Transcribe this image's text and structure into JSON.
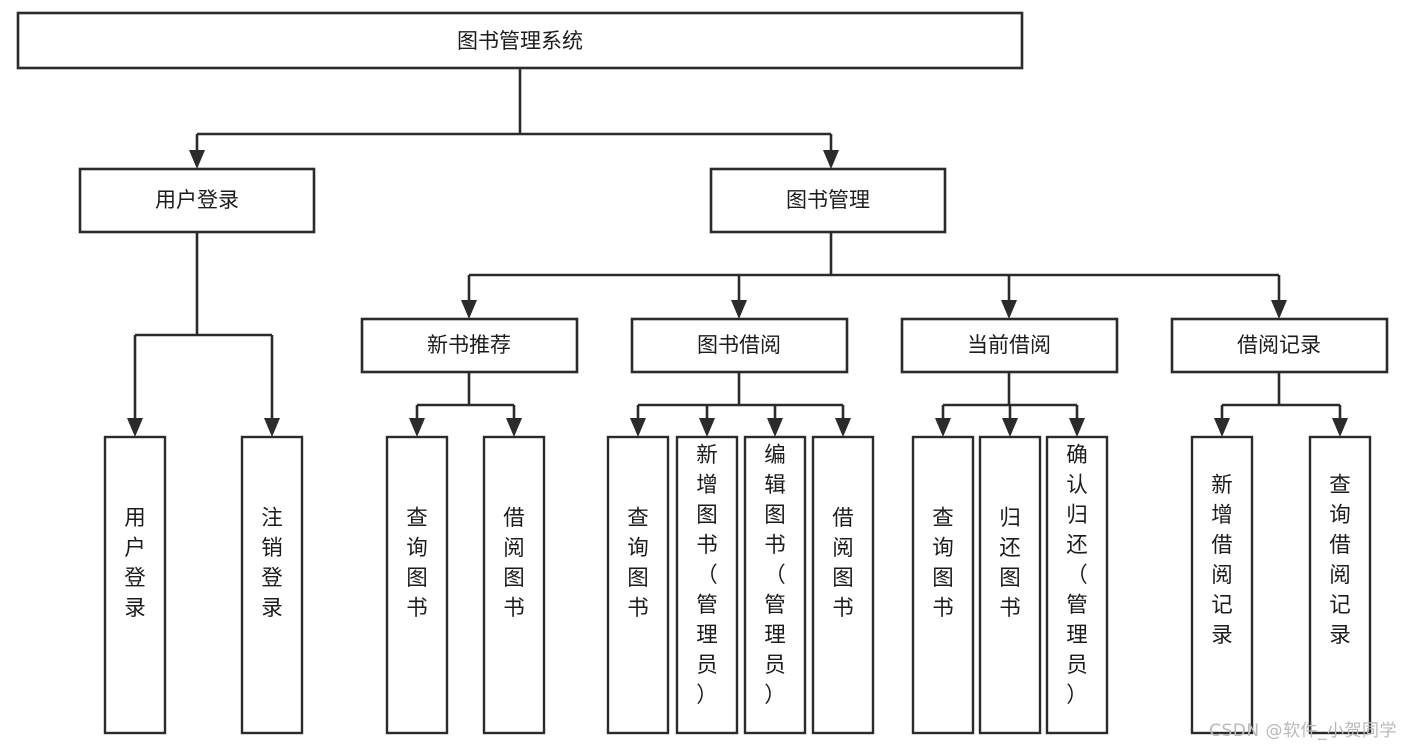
{
  "diagram": {
    "type": "tree",
    "title": "图书管理系统",
    "watermark": "CSDN @软件_小贺同学",
    "colors": {
      "stroke": "#2b2b2b",
      "fill": "#ffffff",
      "text": "#1c1c1c",
      "watermark": "#b9b9b9"
    },
    "levels": {
      "root": {
        "label": "图书管理系统"
      },
      "level2": [
        {
          "id": "user-login",
          "label": "用户登录"
        },
        {
          "id": "book-management",
          "label": "图书管理"
        }
      ],
      "level3": [
        {
          "id": "new-book-recommend",
          "label": "新书推荐"
        },
        {
          "id": "book-borrow",
          "label": "图书借阅"
        },
        {
          "id": "current-borrow",
          "label": "当前借阅"
        },
        {
          "id": "borrow-record",
          "label": "借阅记录"
        }
      ],
      "leaves": {
        "user-login": [
          {
            "id": "leaf-user-login",
            "label": "用户登录"
          },
          {
            "id": "leaf-logout-login",
            "label": "注销登录"
          }
        ],
        "new-book-recommend": [
          {
            "id": "leaf-query-book-1",
            "label": "查询图书"
          },
          {
            "id": "leaf-borrow-book-1",
            "label": "借阅图书"
          }
        ],
        "book-borrow": [
          {
            "id": "leaf-query-book-2",
            "label": "查询图书"
          },
          {
            "id": "leaf-add-book",
            "label": "新增图书（管理员）"
          },
          {
            "id": "leaf-edit-book",
            "label": "编辑图书（管理员）"
          },
          {
            "id": "leaf-borrow-book-2",
            "label": "借阅图书"
          }
        ],
        "current-borrow": [
          {
            "id": "leaf-query-book-3",
            "label": "查询图书"
          },
          {
            "id": "leaf-return-book",
            "label": "归还图书"
          },
          {
            "id": "leaf-confirm-return",
            "label": "确认归还（管理员）"
          }
        ],
        "borrow-record": [
          {
            "id": "leaf-add-record",
            "label": "新增借阅记录"
          },
          {
            "id": "leaf-query-record",
            "label": "查询借阅记录"
          }
        ]
      }
    }
  }
}
